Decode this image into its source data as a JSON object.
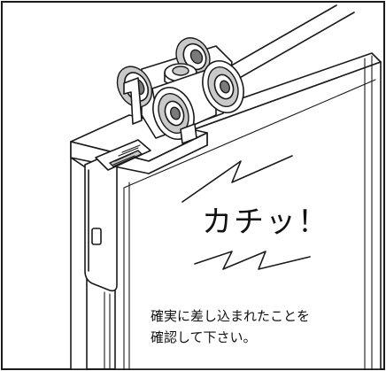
{
  "illustration": {
    "sound_effect": "カチッ！",
    "instruction_line1": "確実に差し込まれたことを",
    "instruction_line2": "確認して下さい。"
  }
}
